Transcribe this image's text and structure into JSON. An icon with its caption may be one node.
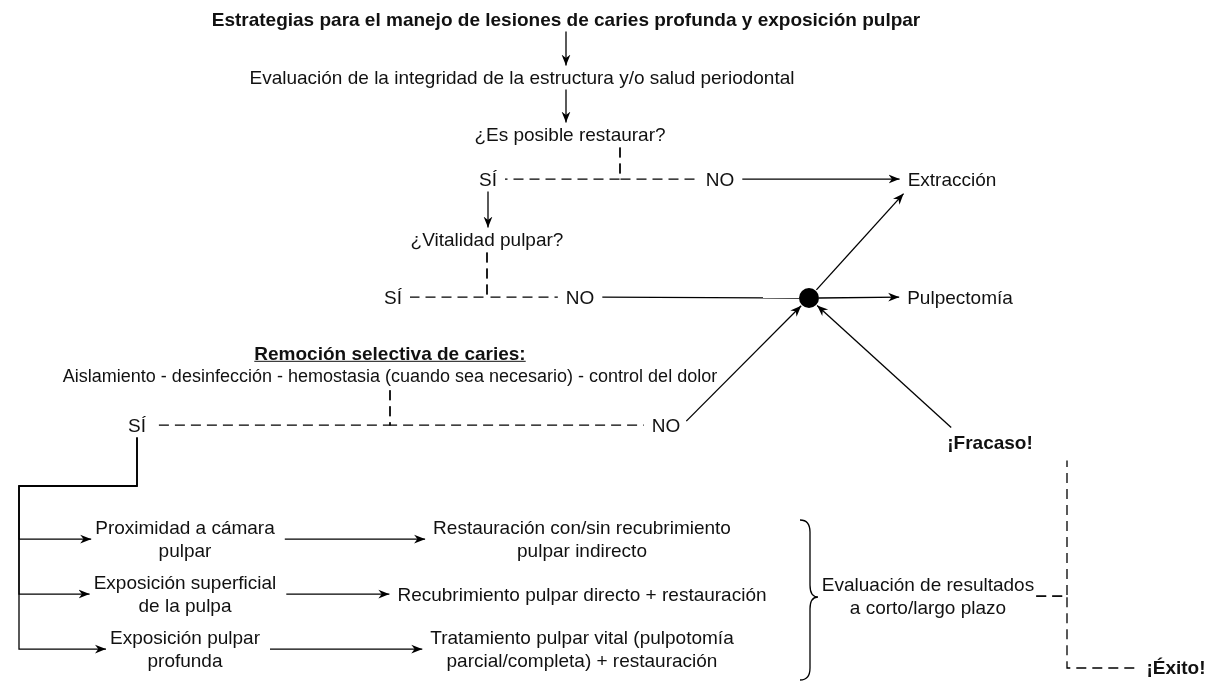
{
  "diagram": {
    "nodes": [
      {
        "text": [
          "Estrategias para el manejo de lesiones de caries profunda y exposición pulpar"
        ]
      },
      {
        "text": [
          "Evaluación de la integridad de la estructura y/o salud periodontal"
        ]
      },
      {
        "text": [
          "¿Es posible restaurar?"
        ]
      },
      {
        "text": [
          "SÍ"
        ]
      },
      {
        "text": [
          "NO"
        ]
      },
      {
        "text": [
          "Extracción"
        ]
      },
      {
        "text": [
          "¿Vitalidad pulpar?"
        ]
      },
      {
        "text": [
          "SÍ"
        ]
      },
      {
        "text": [
          "NO"
        ]
      },
      {
        "text": [],
        "shape": "circle"
      },
      {
        "text": [
          "Pulpectomía"
        ]
      },
      {
        "text": [
          "Remoción selectiva de caries:",
          "Aislamiento - desinfección - hemostasia (cuando sea necesario) - control del dolor"
        ]
      },
      {
        "text": [
          "SÍ"
        ]
      },
      {
        "text": [
          "NO"
        ]
      },
      {
        "text": [
          "¡Fracaso!"
        ]
      },
      {
        "text": [
          "Proximidad a cámara pulpar"
        ]
      },
      {
        "text": [
          "Exposición superficial de la pulpa"
        ]
      },
      {
        "text": [
          "Exposición pulpar profunda"
        ]
      },
      {
        "text": [
          "Restauración con/sin recubrimiento pulpar indirecto"
        ]
      },
      {
        "text": [
          "Recubrimiento pulpar directo + restauración"
        ]
      },
      {
        "text": [
          "Tratamiento pulpar vital (pulpotomía parcial/completa) + restauración"
        ]
      },
      {
        "text": [
          "Evaluación de resultados a corto/largo plazo"
        ]
      },
      {
        "text": [
          "¡Éxito!"
        ]
      }
    ],
    "edges": [
      {
        "from": 0,
        "to": 1,
        "arrow": "to"
      },
      {
        "from": 1,
        "to": 2,
        "arrow": "to"
      },
      {
        "from": 2,
        "to": 3,
        "arrow": "none",
        "style": "dashed"
      },
      {
        "from": 2,
        "to": 4,
        "arrow": "none",
        "style": "dashed"
      },
      {
        "from": 4,
        "to": 5,
        "arrow": "to"
      },
      {
        "from": 3,
        "to": 6,
        "arrow": "to"
      },
      {
        "from": 6,
        "to": 7,
        "arrow": "none",
        "style": "dashed"
      },
      {
        "from": 6,
        "to": 8,
        "arrow": "none",
        "style": "dashed"
      },
      {
        "from": 8,
        "to": 9,
        "arrow": "none"
      },
      {
        "from": 9,
        "to": 5,
        "arrow": "to"
      },
      {
        "from": 9,
        "to": 10,
        "arrow": "to"
      },
      {
        "from": 11,
        "to": 12,
        "arrow": "none",
        "style": "dashed"
      },
      {
        "from": 11,
        "to": 13,
        "arrow": "none",
        "style": "dashed"
      },
      {
        "from": 13,
        "to": 9,
        "arrow": "to"
      },
      {
        "from": 14,
        "to": 9,
        "arrow": "to"
      },
      {
        "from": 12,
        "to": 15,
        "arrow": "to"
      },
      {
        "from": 12,
        "to": 16,
        "arrow": "to"
      },
      {
        "from": 12,
        "to": 17,
        "arrow": "to"
      },
      {
        "from": 15,
        "to": 18,
        "arrow": "to"
      },
      {
        "from": 16,
        "to": 19,
        "arrow": "to"
      },
      {
        "from": 17,
        "to": 20,
        "arrow": "to"
      },
      {
        "from": 21,
        "to": 14,
        "arrow": "none",
        "style": "dashed"
      },
      {
        "from": 21,
        "to": 22,
        "arrow": "none",
        "style": "dashed"
      }
    ]
  }
}
